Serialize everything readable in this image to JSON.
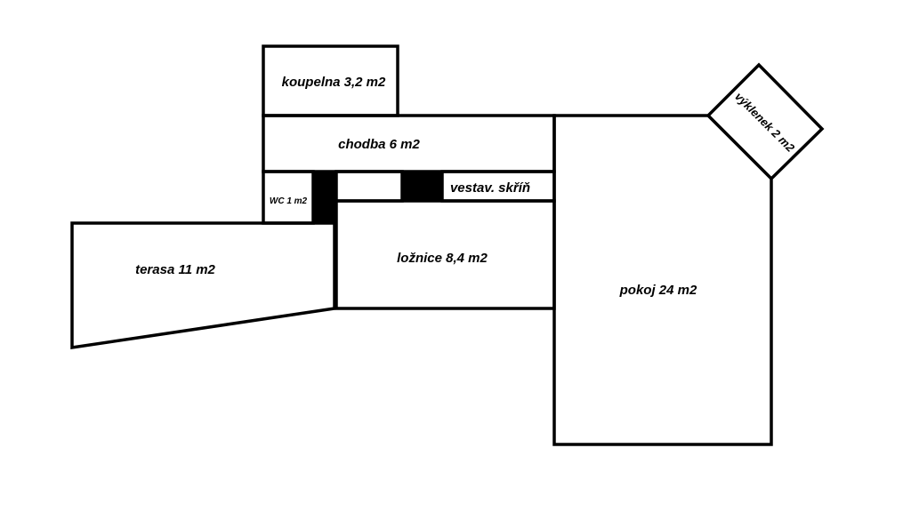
{
  "floor_plan": {
    "wall_color": "#000000",
    "background_color": "#ffffff",
    "rooms": {
      "koupelna": "koupelna 3,2 m2",
      "chodba": "chodba 6 m2",
      "wc": "WC 1 m2",
      "vestavena_skrin": "vestav. skříň",
      "loznice": "ložnice 8,4 m2",
      "terasa": "terasa 11 m2",
      "pokoj": "pokoj 24 m2",
      "vyklenek": "výklenek 2 m2"
    }
  }
}
